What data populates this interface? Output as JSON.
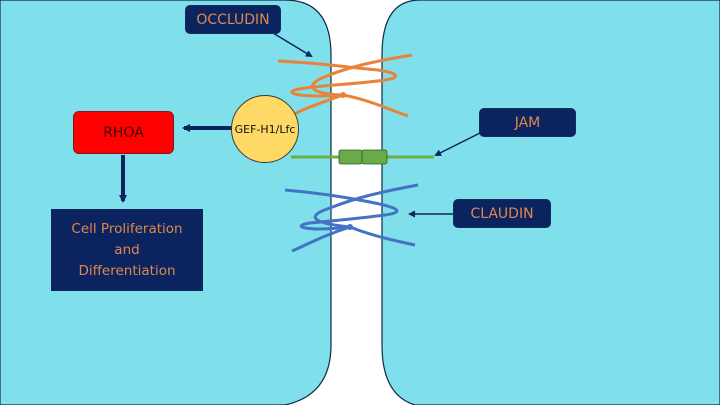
{
  "diagram": {
    "colors": {
      "cell_fill": "#7fe0ec",
      "cell_outline": "#0f2a4a",
      "intercellular_space": "#ffffff",
      "occludin_strand": "#e8843a",
      "claudin_strand": "#4472c4",
      "jam_line": "#70ad47",
      "jam_block": "#6aaa48",
      "arrow": "#0b2460",
      "label_box": "#0b2460",
      "label_text": "#e0884a",
      "rhoa_fill": "#ff0000",
      "gef_fill": "#ffd966"
    },
    "labels": {
      "occludin": "OCCLUDIN",
      "jam": "JAM",
      "claudin": "CLAUDIN",
      "rhoa": "RHOA",
      "gef": "GEF-H1/Lfc",
      "outcome_lines": [
        "Cell Proliferation",
        "and",
        "Differentiation"
      ]
    },
    "edges": [
      {
        "from": "GEF-H1/Lfc",
        "to": "RHOA"
      },
      {
        "from": "RHOA",
        "to": "Cell Proliferation and Differentiation"
      },
      {
        "from": "OCCLUDIN",
        "to": "occludin strand"
      },
      {
        "from": "JAM",
        "to": "JAM junction"
      },
      {
        "from": "CLAUDIN",
        "to": "claudin strand"
      }
    ]
  }
}
